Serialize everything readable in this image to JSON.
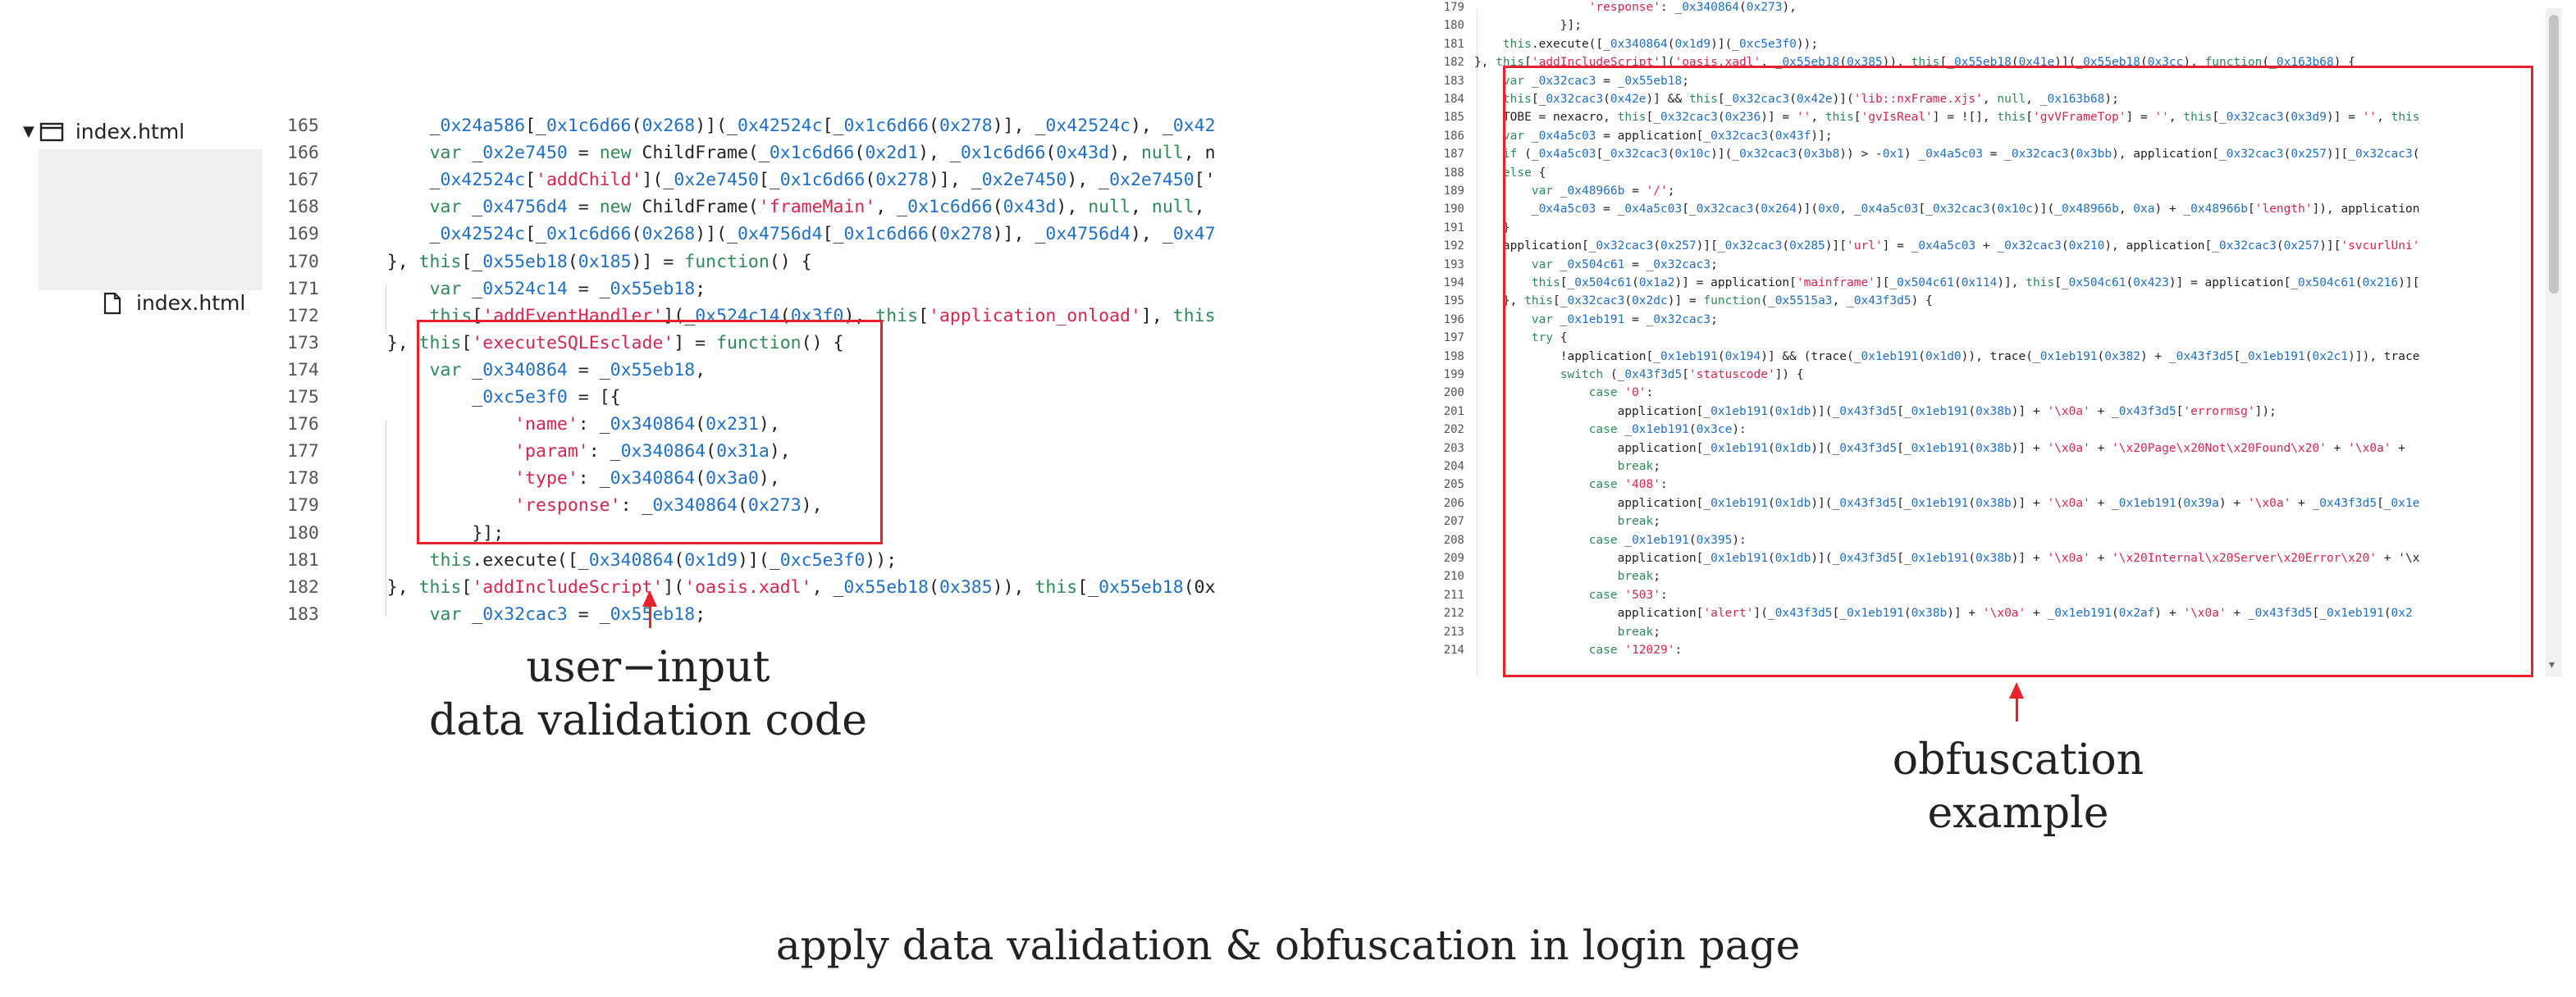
{
  "file_tree": {
    "folder_name": "index.html",
    "file_name": "index.html"
  },
  "left_code": {
    "lines": [
      {
        "n": "165",
        "t": "        _0x24a586[_0x1c6d66(0x268)](_0x42524c[_0x1c6d66(0x278)], _0x42524c), _0x42"
      },
      {
        "n": "166",
        "t": "        var _0x2e7450 = new ChildFrame(_0x1c6d66(0x2d1), _0x1c6d66(0x43d), null, n"
      },
      {
        "n": "167",
        "t": "        _0x42524c['addChild'](_0x2e7450[_0x1c6d66(0x278)], _0x2e7450), _0x2e7450['"
      },
      {
        "n": "168",
        "t": "        var _0x4756d4 = new ChildFrame('frameMain', _0x1c6d66(0x43d), null, null,"
      },
      {
        "n": "169",
        "t": "        _0x42524c[_0x1c6d66(0x268)](_0x4756d4[_0x1c6d66(0x278)], _0x4756d4), _0x47"
      },
      {
        "n": "170",
        "t": "    }, this[_0x55eb18(0x185)] = function() {"
      },
      {
        "n": "171",
        "t": "        var _0x524c14 = _0x55eb18;"
      },
      {
        "n": "172",
        "t": "        this['addEventHandler'](_0x524c14(0x3f0), this['application_onload'], this"
      },
      {
        "n": "173",
        "t": "    }, this['executeSQLEsclade'] = function() {"
      },
      {
        "n": "174",
        "t": "        var _0x340864 = _0x55eb18,"
      },
      {
        "n": "175",
        "t": "            _0xc5e3f0 = [{"
      },
      {
        "n": "176",
        "t": "                'name': _0x340864(0x231),"
      },
      {
        "n": "177",
        "t": "                'param': _0x340864(0x31a),"
      },
      {
        "n": "178",
        "t": "                'type': _0x340864(0x3a0),"
      },
      {
        "n": "179",
        "t": "                'response': _0x340864(0x273),"
      },
      {
        "n": "180",
        "t": "            }];"
      },
      {
        "n": "181",
        "t": "        this.execute([_0x340864(0x1d9)](_0xc5e3f0));"
      },
      {
        "n": "182",
        "t": "    }, this['addIncludeScript']('oasis.xadl', _0x55eb18(0x385)), this[_0x55eb18(0x"
      },
      {
        "n": "183",
        "t": "        var _0x32cac3 = _0x55eb18;"
      }
    ]
  },
  "right_code": {
    "lines": [
      {
        "n": "179",
        "t": "                'response': _0x340864(0x273),"
      },
      {
        "n": "180",
        "t": "            }];"
      },
      {
        "n": "181",
        "t": "    this.execute([_0x340864(0x1d9)](_0xc5e3f0));"
      },
      {
        "n": "182",
        "t": "}, this['addIncludeScript']('oasis.xadl', _0x55eb18(0x385)), this[_0x55eb18(0x41e)](_0x55eb18(0x3cc), function(_0x163b68) {"
      },
      {
        "n": "183",
        "t": "    var _0x32cac3 = _0x55eb18;"
      },
      {
        "n": "184",
        "t": "    this[_0x32cac3(0x42e)] && this[_0x32cac3(0x42e)]('lib::nxFrame.xjs', null, _0x163b68);"
      },
      {
        "n": "185",
        "t": "    TOBE = nexacro, this[_0x32cac3(0x236)] = '', this['gvIsReal'] = ![], this['gvVFrameTop'] = '', this[_0x32cac3(0x3d9)] = '', this"
      },
      {
        "n": "186",
        "t": "    var _0x4a5c03 = application[_0x32cac3(0x43f)];"
      },
      {
        "n": "187",
        "t": "    if (_0x4a5c03[_0x32cac3(0x10c)](_0x32cac3(0x3b8)) > -0x1) _0x4a5c03 = _0x32cac3(0x3bb), application[_0x32cac3(0x257)][_0x32cac3("
      },
      {
        "n": "188",
        "t": "    else {"
      },
      {
        "n": "189",
        "t": "        var _0x48966b = '/';"
      },
      {
        "n": "190",
        "t": "        _0x4a5c03 = _0x4a5c03[_0x32cac3(0x264)](0x0, _0x4a5c03[_0x32cac3(0x10c)](_0x48966b, 0xa) + _0x48966b['length']), application"
      },
      {
        "n": "191",
        "t": "    }"
      },
      {
        "n": "192",
        "t": "    application[_0x32cac3(0x257)][_0x32cac3(0x285)]['url'] = _0x4a5c03 + _0x32cac3(0x210), application[_0x32cac3(0x257)]['svcurlUni'"
      },
      {
        "n": "193",
        "t": "        var _0x504c61 = _0x32cac3;"
      },
      {
        "n": "194",
        "t": "        this[_0x504c61(0x1a2)] = application['mainframe'][_0x504c61(0x114)], this[_0x504c61(0x423)] = application[_0x504c61(0x216)]["
      },
      {
        "n": "195",
        "t": "    }, this[_0x32cac3(0x2dc)] = function(_0x5515a3, _0x43f3d5) {"
      },
      {
        "n": "196",
        "t": "        var _0x1eb191 = _0x32cac3;"
      },
      {
        "n": "197",
        "t": "        try {"
      },
      {
        "n": "198",
        "t": "            !application[_0x1eb191(0x194)] && (trace(_0x1eb191(0x1d0)), trace(_0x1eb191(0x382) + _0x43f3d5[_0x1eb191(0x2c1)]), trace"
      },
      {
        "n": "199",
        "t": "            switch (_0x43f3d5['statuscode']) {"
      },
      {
        "n": "200",
        "t": "                case '0':"
      },
      {
        "n": "201",
        "t": "                    application[_0x1eb191(0x1db)](_0x43f3d5[_0x1eb191(0x38b)] + '\\x0a' + _0x43f3d5['errormsg']);"
      },
      {
        "n": "202",
        "t": "                case _0x1eb191(0x3ce):"
      },
      {
        "n": "203",
        "t": "                    application[_0x1eb191(0x1db)](_0x43f3d5[_0x1eb191(0x38b)] + '\\x0a' + '\\x20Page\\x20Not\\x20Found\\x20' + '\\x0a' +"
      },
      {
        "n": "204",
        "t": "                    break;"
      },
      {
        "n": "205",
        "t": "                case '408':"
      },
      {
        "n": "206",
        "t": "                    application[_0x1eb191(0x1db)](_0x43f3d5[_0x1eb191(0x38b)] + '\\x0a' + _0x1eb191(0x39a) + '\\x0a' + _0x43f3d5[_0x1e"
      },
      {
        "n": "207",
        "t": "                    break;"
      },
      {
        "n": "208",
        "t": "                case _0x1eb191(0x395):"
      },
      {
        "n": "209",
        "t": "                    application[_0x1eb191(0x1db)](_0x43f3d5[_0x1eb191(0x38b)] + '\\x0a' + '\\x20Internal\\x20Server\\x20Error\\x20' + '\\x"
      },
      {
        "n": "210",
        "t": "                    break;"
      },
      {
        "n": "211",
        "t": "                case '503':"
      },
      {
        "n": "212",
        "t": "                    application['alert'](_0x43f3d5[_0x1eb191(0x38b)] + '\\x0a' + _0x1eb191(0x2af) + '\\x0a' + _0x43f3d5[_0x1eb191(0x2"
      },
      {
        "n": "213",
        "t": "                    break;"
      },
      {
        "n": "214",
        "t": "                case '12029':"
      }
    ]
  },
  "captions": {
    "left_line1": "user−input",
    "left_line2": "data validation code",
    "right_line1": "obfuscation",
    "right_line2": "example",
    "bottom": "apply data validation & obfuscation in login page"
  },
  "colors": {
    "highlight": "#e8212b",
    "keyword": "#2e8b57",
    "string": "#d6264f",
    "number": "#1f6fc5"
  }
}
